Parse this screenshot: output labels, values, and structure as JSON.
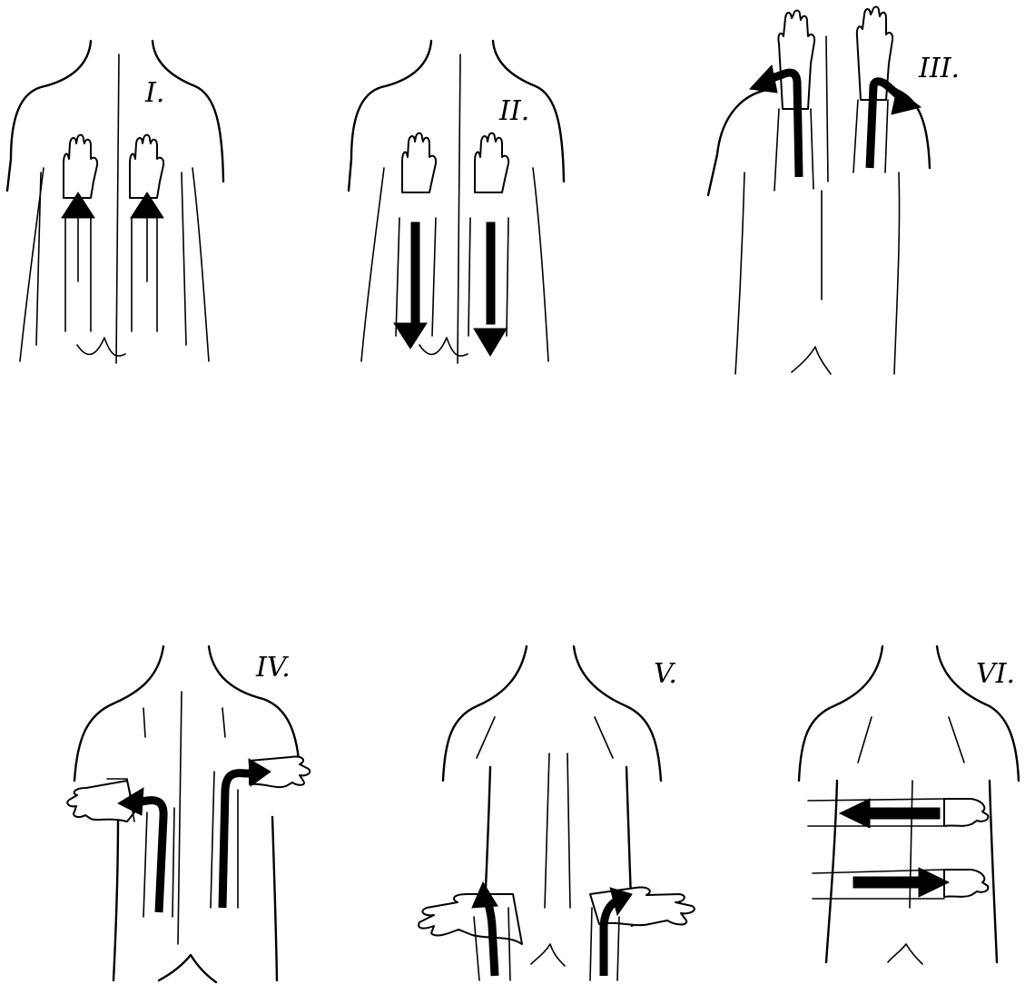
{
  "figures": [
    {
      "id": "step-1",
      "label": "I."
    },
    {
      "id": "step-2",
      "label": "II."
    },
    {
      "id": "step-3",
      "label": "III."
    },
    {
      "id": "step-4",
      "label": "IV."
    },
    {
      "id": "step-5",
      "label": "V."
    },
    {
      "id": "step-6",
      "label": "VI."
    }
  ]
}
